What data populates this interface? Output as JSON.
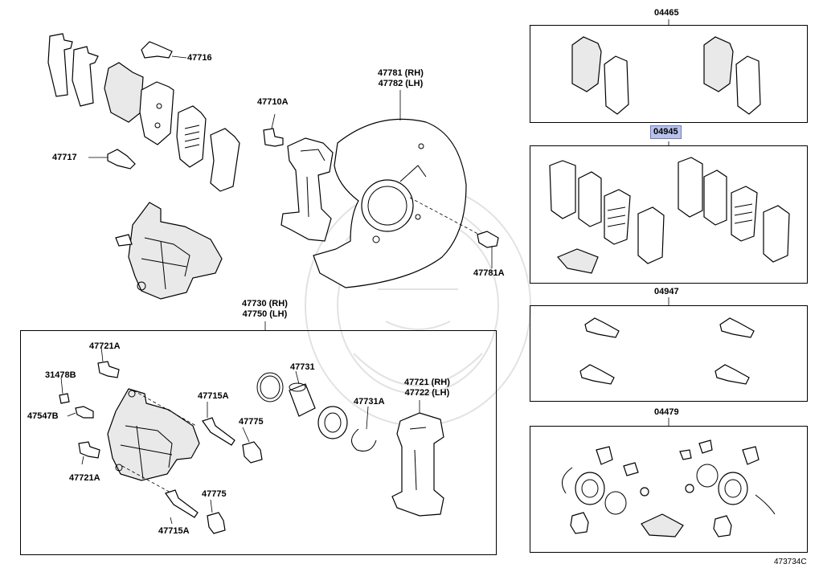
{
  "diagram_id": "473734C",
  "labels": {
    "kit_pads": "04465",
    "kit_shims": "04945",
    "kit_clips": "04947",
    "kit_seals": "04479",
    "p47716": "47716",
    "p47717": "47717",
    "p47710A": "47710A",
    "p47781_rh": "47781 (RH)",
    "p47782_lh": "47782 (LH)",
    "p47781A": "47781A",
    "p47730_rh": "47730 (RH)",
    "p47750_lh": "47750 (LH)",
    "p47721A_top": "47721A",
    "p31478B": "31478B",
    "p47547B": "47547B",
    "p47721A_bottom": "47721A",
    "p47715A_top": "47715A",
    "p47715A_bottom": "47715A",
    "p47775_top": "47775",
    "p47775_bottom": "47775",
    "p47731": "47731",
    "p47731A": "47731A",
    "p47721_rh": "47721 (RH)",
    "p47722_lh": "47722 (LH)"
  },
  "highlight_color": "#b9c2ec"
}
